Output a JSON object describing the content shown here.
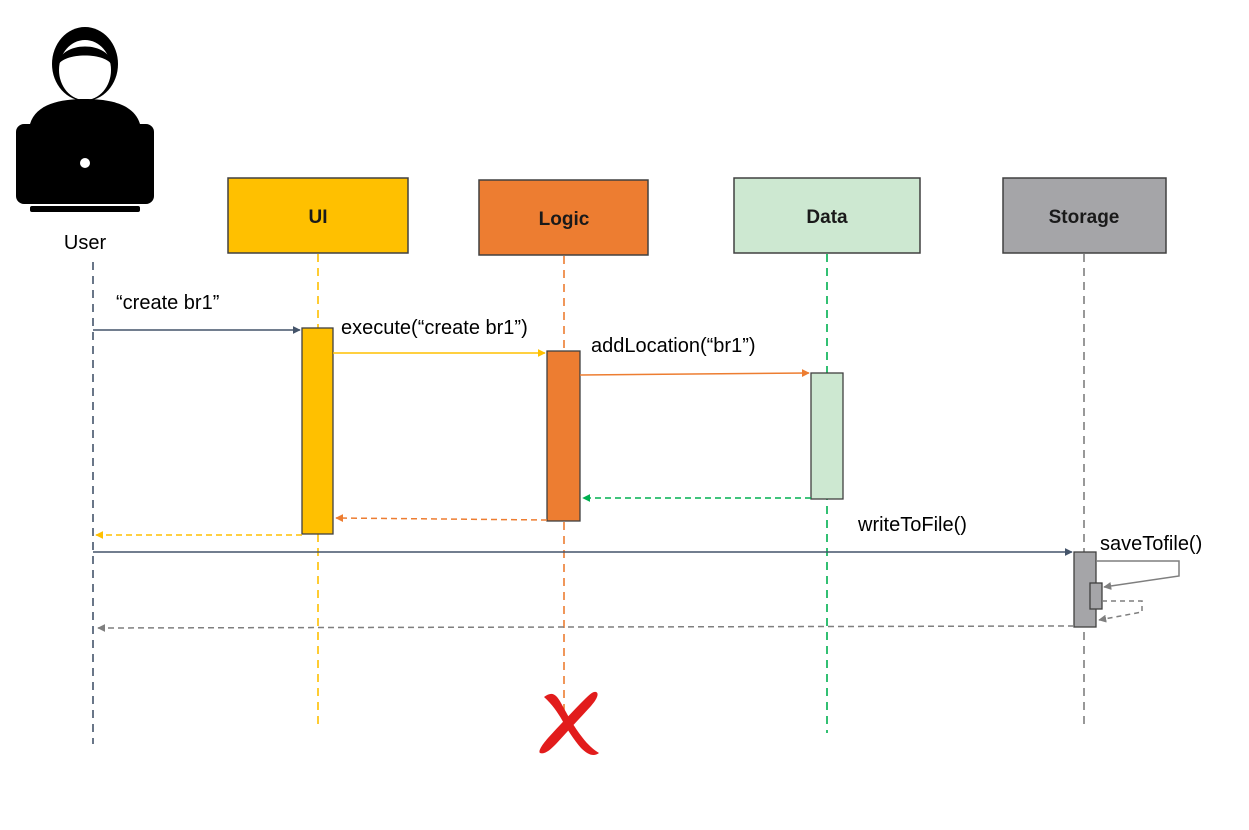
{
  "actor": {
    "label": "User",
    "icon": "user-laptop-icon"
  },
  "participants": {
    "ui": {
      "label": "UI",
      "color": "#FFC000"
    },
    "logic": {
      "label": "Logic",
      "color": "#ED7D31"
    },
    "data": {
      "label": "Data",
      "color": "#CDE8D1"
    },
    "storage": {
      "label": "Storage",
      "color": "#A5A5A8"
    }
  },
  "messages": {
    "user_to_ui": "“create br1”",
    "ui_to_logic": "execute(“create br1”)",
    "logic_to_data": "addLocation(“br1”)",
    "user_to_storage": "writeToFile()",
    "storage_self": "saveTofile()"
  },
  "colors": {
    "lifeline_user": "#44546A",
    "lifeline_ui": "#FFC000",
    "lifeline_logic": "#ED7D31",
    "lifeline_data": "#00B050",
    "lifeline_storage": "#7F7F7F",
    "destroy_mark": "#E21C1C"
  },
  "destroy": {
    "target": "Logic",
    "icon": "destroy-x-icon"
  }
}
